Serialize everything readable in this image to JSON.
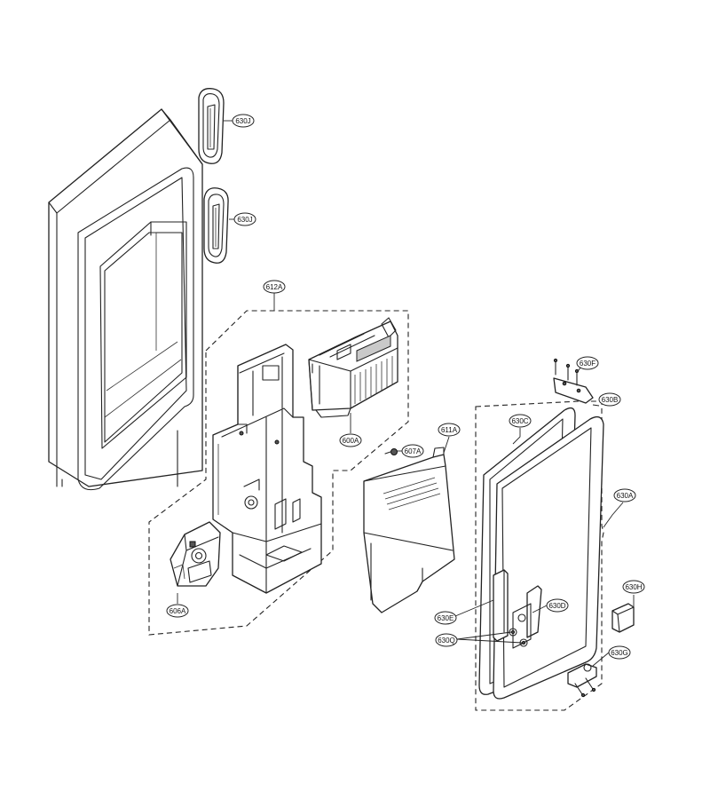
{
  "labels": {
    "l_630J_1": "630J",
    "l_630J_2": "630J",
    "l_612A": "612A",
    "l_600A": "600A",
    "l_607A": "607A",
    "l_611A": "611A",
    "l_606A": "606A",
    "l_630F": "630F",
    "l_630B": "630B",
    "l_630C": "630C",
    "l_630A": "630A",
    "l_630H": "630H",
    "l_630D": "630D",
    "l_630E": "630E",
    "l_630Q": "630Q",
    "l_630G": "630G"
  }
}
